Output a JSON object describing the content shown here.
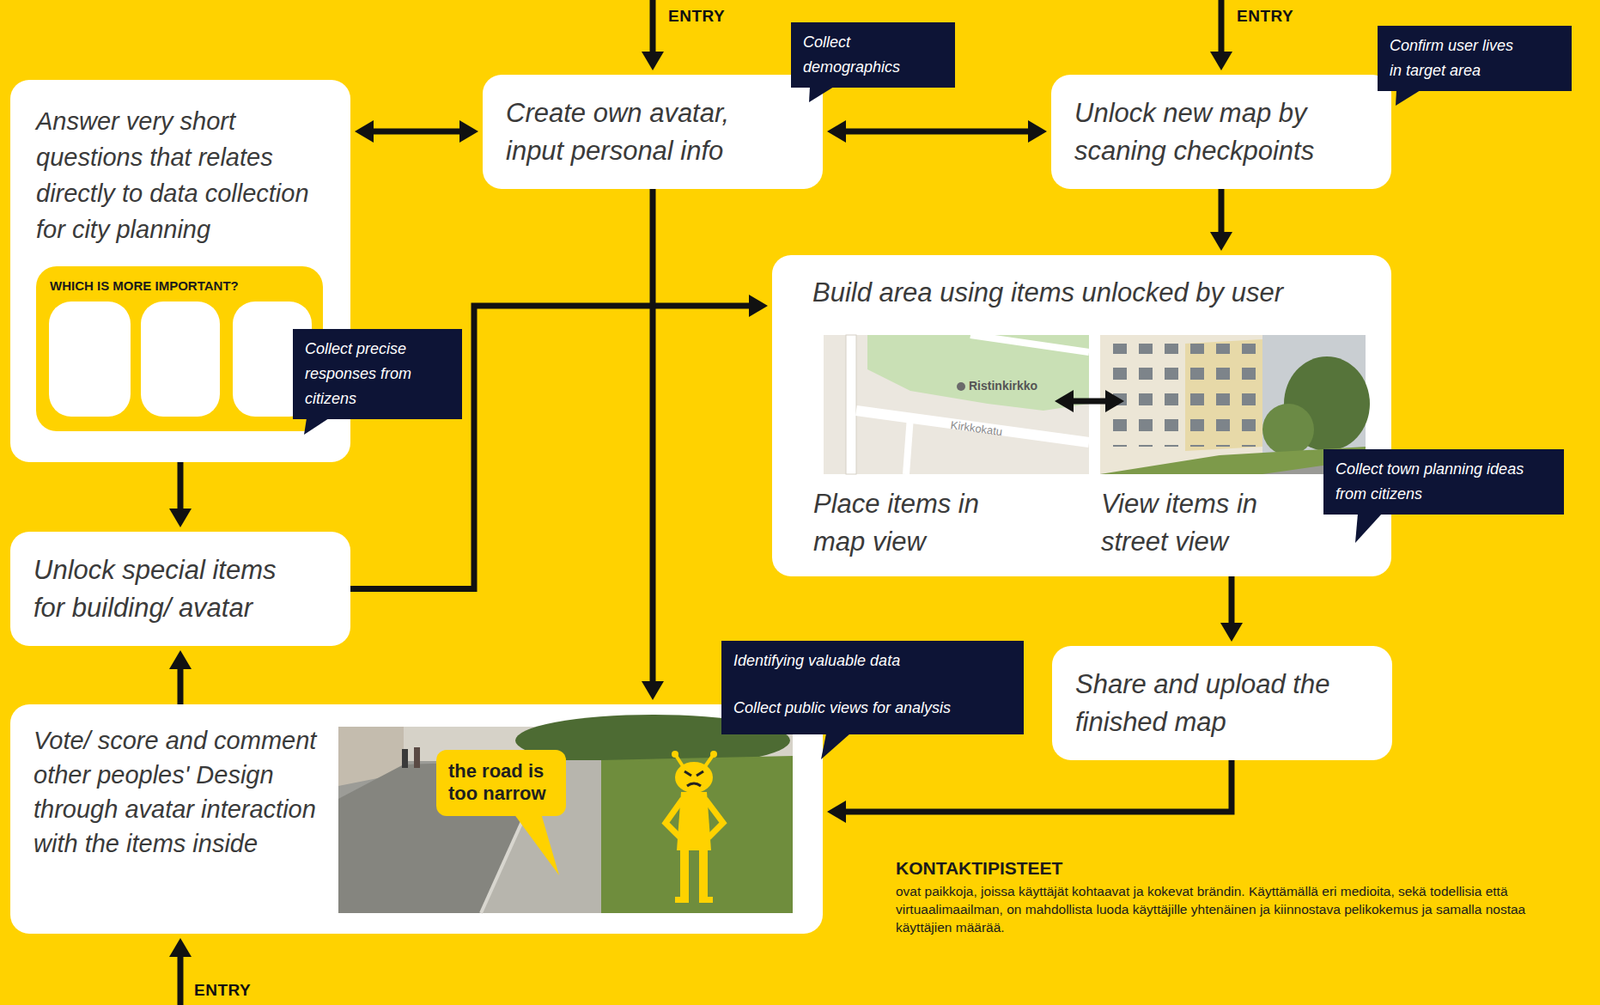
{
  "diagram": {
    "nodes": [
      {
        "text": [
          "Answer very short questions that relates directly to data collection for city planning"
        ]
      },
      {
        "text": [
          "WHICH IS MORE IMPORTANT?"
        ],
        "in": 0
      },
      {
        "text": [
          "Create own avatar, input personal info"
        ]
      },
      {
        "text": [
          "Collect demographics"
        ]
      },
      {
        "text": [
          "Unlock new map by scaning checkpoints"
        ]
      },
      {
        "text": [
          "Confirm user lives in target area"
        ]
      },
      {
        "text": [
          "Build area using items unlocked by user",
          "Place items in map view",
          "View items in street view"
        ]
      },
      {
        "text": [
          "Collect precise responses from citizens"
        ]
      },
      {
        "text": [
          "Collect town planning ideas from citizens"
        ]
      },
      {
        "text": [
          "Unlock special items for building/ avatar"
        ]
      },
      {
        "text": [
          "Identifying valuable data",
          "Collect public views for analysis"
        ]
      },
      {
        "text": [
          "Share and upload the finished map"
        ]
      },
      {
        "text": [
          "Vote/ score and comment other peoples' Design through avatar interaction with the items inside"
        ]
      },
      {
        "text": [
          "the road is too narrow"
        ],
        "in": 12
      }
    ],
    "edges": [
      {
        "from": 0,
        "to": 2,
        "arrow": "both"
      },
      {
        "from": 2,
        "to": 4,
        "arrow": "both"
      },
      {
        "from": 4,
        "to": 6,
        "arrow": "to"
      },
      {
        "from": 0,
        "to": 9,
        "arrow": "to"
      },
      {
        "from": 12,
        "to": 9,
        "arrow": "to"
      },
      {
        "from": 9,
        "to": 6,
        "arrow": "to"
      },
      {
        "from": 2,
        "to": 12,
        "arrow": "to"
      },
      {
        "from": 6,
        "to": 11,
        "arrow": "to"
      },
      {
        "from": 11,
        "to": 12,
        "arrow": "to"
      }
    ],
    "labels": [
      "ENTRY",
      "ENTRY",
      "Ristinkirkko",
      "Kirkkokatu",
      "KONTAKTIPISTEET",
      "ovat paikkoja, joissa käyttäjät kohtaavat ja kokevat brändin. Käyttämällä eri medioita, sekä todellisia että virtuaalimaailman, on mahdollista luoda käyttäjille yhtenäinen ja kiinnostava pelikokemus ja samalla nostaa käyttäjien määrää.",
      "ENTRY"
    ]
  }
}
